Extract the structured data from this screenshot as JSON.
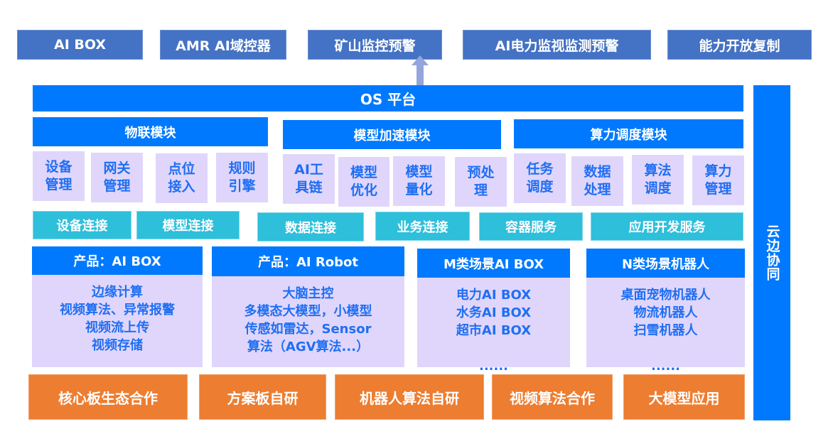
{
  "top_row": [
    "AI BOX",
    "AMR AI域控器",
    "矿山监控预警",
    "AI电力监视监测预警",
    "能力开放复制"
  ],
  "os_platform": "OS 平台",
  "side_label": "云边协同",
  "modules": [
    {
      "title": "物联模块",
      "items": [
        "设备\n管理",
        "网关\n管理",
        "点位\n接入",
        "规则\n引擎"
      ]
    },
    {
      "title": "模型加速模块",
      "items": [
        "AI工\n具链",
        "模型\n优化",
        "模型\n量化",
        "预处\n理"
      ]
    },
    {
      "title": "算力调度模块",
      "items": [
        "任务\n调度",
        "数据\n处理",
        "算法\n调度",
        "算力\n管理"
      ]
    }
  ],
  "services": [
    "设备连接",
    "模型连接",
    "数据连接",
    "业务连接",
    "容器服务",
    "应用开发服务"
  ],
  "products": [
    {
      "title": "产品：AI BOX",
      "body": "边缘计算\n视频算法、异常报警\n视频流上传\n视频存储"
    },
    {
      "title": "产品：AI Robot",
      "body": "大脑主控\n多模态大模型，小模型\n传感如雷达，Sensor\n算法（AGV算法...）"
    },
    {
      "title": "M类场景AI BOX",
      "body": "电力AI BOX\n水务AI BOX\n超市AI BOX\n\n......"
    },
    {
      "title": "N类场景机器人",
      "body": "桌面宠物机器人\n物流机器人\n扫雪机器人\n\n......"
    }
  ],
  "bottom_row": [
    "核心板生态合作",
    "方案板自研",
    "机器人算法自研",
    "视频算法合作",
    "大模型应用"
  ],
  "colors": {
    "top_box": "#4472c4",
    "primary_blue": "#0079fe",
    "lavender": "#e0d6fc",
    "cyan": "#2ebfdb",
    "orange": "#ed7d31"
  }
}
